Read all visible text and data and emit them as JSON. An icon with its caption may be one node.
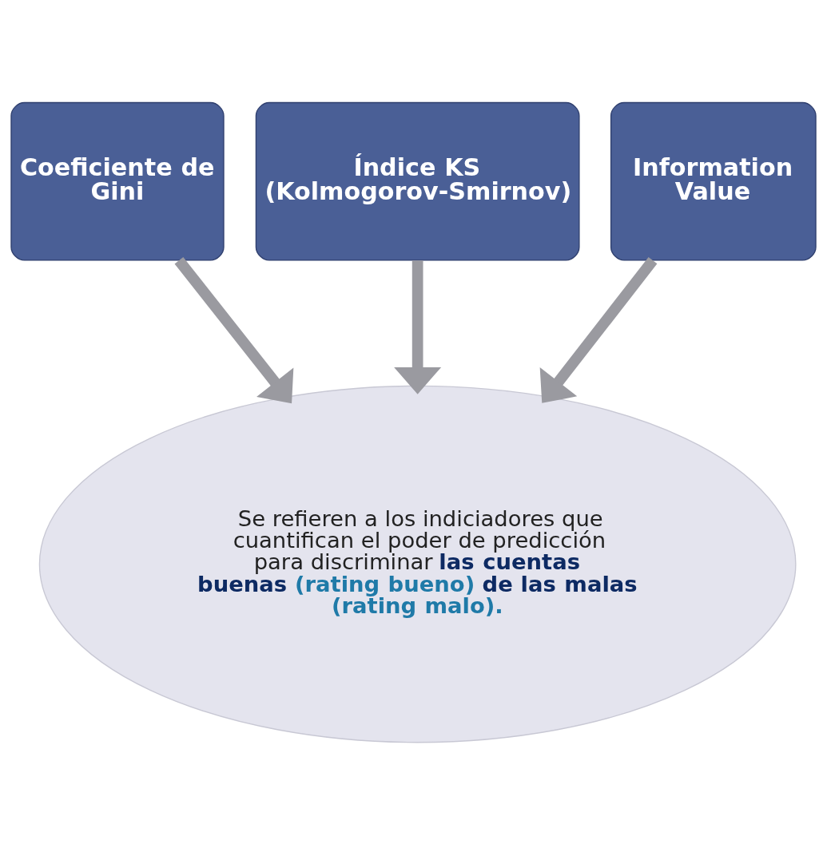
{
  "diagram": {
    "nodes": [
      {
        "text": [
          "Coeficiente de Gini"
        ]
      },
      {
        "text": [
          "Índice KS (Kolmogorov-Smirnov)"
        ]
      },
      {
        "text": [
          "Information Value"
        ]
      },
      {
        "text": [
          "Se refieren a los indiciadores que cuantifican el poder de predicción para discriminar **las cuentas buenas** **(rating bueno)** **de las malas** **(rating malo).**"
        ]
      }
    ],
    "edges": [
      {
        "from": 0,
        "to": 3,
        "arrow": "to"
      },
      {
        "from": 1,
        "to": 3,
        "arrow": "to"
      },
      {
        "from": 2,
        "to": 3,
        "arrow": "to"
      }
    ]
  }
}
